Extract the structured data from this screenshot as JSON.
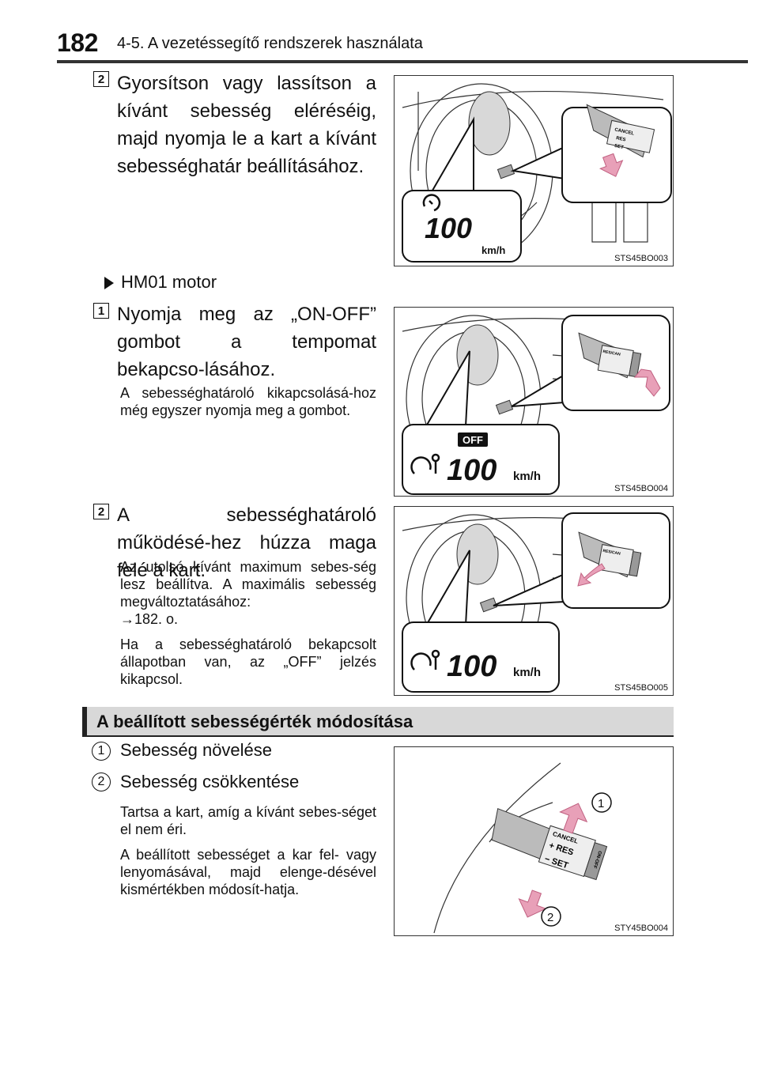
{
  "header": {
    "page_number": "182",
    "chapter_title": "4-5. A vezetéssegítő rendszerek használata"
  },
  "block1": {
    "badge": "2",
    "text": "Gyorsítson vagy lassítson a kívánt sebesség eléréséig, majd nyomja le a kart a kívánt sebességhatár beállításához.",
    "figure": {
      "code": "STS45BO003",
      "display_value": "100",
      "display_unit": "km/h",
      "lever_labels": [
        "CANCEL",
        "RES",
        "SET"
      ]
    }
  },
  "engine_heading": {
    "text": "HM01 motor"
  },
  "block2": {
    "badge": "1",
    "text": "Nyomja meg az „ON-OFF” gombot a tempomat bekapcso-lásához.",
    "note": "A sebességhatároló kikapcsolásá-hoz még egyszer nyomja meg a gombot.",
    "figure": {
      "code": "STS45BO004",
      "off_label": "OFF",
      "display_value": "100",
      "display_unit": "km/h",
      "lever_labels": [
        "RES/CAN"
      ]
    }
  },
  "block3": {
    "badge": "2",
    "text": "A sebességhatároló működésé-hez húzza maga felé a kart.",
    "notes": [
      "Az utolsó kívánt maximum sebes-ség lesz beállítva. A maximális sebesség megváltoztatásához:",
      "→182. o.",
      "Ha a sebességhatároló bekapcsolt állapotban van, az „OFF” jelzés kikapcsol."
    ],
    "figure": {
      "code": "STS45BO005",
      "display_value": "100",
      "display_unit": "km/h",
      "lever_labels": [
        "RES/CAN"
      ]
    }
  },
  "section": {
    "title": "A beállított sebességérték módosítása",
    "items": [
      {
        "num": "1",
        "text": "Sebesség növelése"
      },
      {
        "num": "2",
        "text": "Sebesség csökkentése"
      }
    ],
    "notes": [
      "Tartsa a kart, amíg a kívánt sebes-séget el nem éri.",
      "A beállított sebességet a kar fel- vagy lenyomásával, majd elenge-désével kismértékben módosít-hatja."
    ],
    "figure": {
      "code": "STY45BO004",
      "callouts": [
        "1",
        "2"
      ],
      "lever_labels": [
        "CANCEL",
        "RES",
        "SET",
        "ON-OFF"
      ]
    }
  },
  "colors": {
    "arrow_pink": "#e8a0b8",
    "section_bg": "#d8d8d8"
  }
}
